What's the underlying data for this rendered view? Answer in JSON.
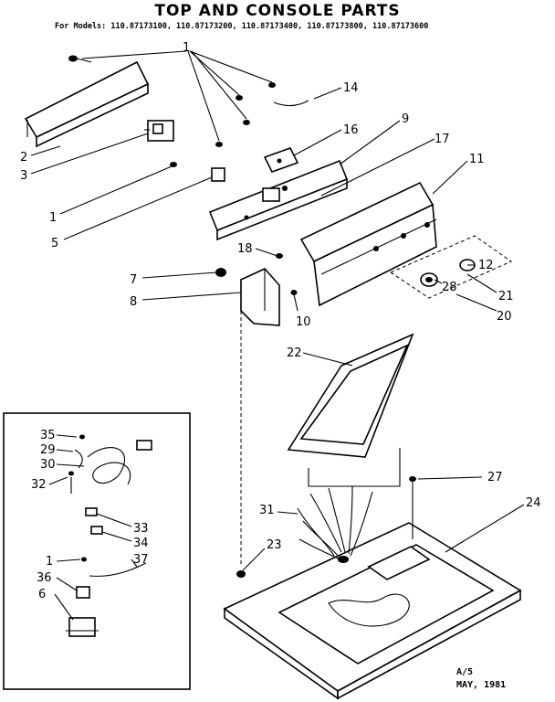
{
  "title": "TOP AND CONSOLE PARTS",
  "subtitle": "For Models: 110.87173100, 110.87173200, 110.87173400, 110.87173800, 110.87173600",
  "footer": {
    "page": "A/5",
    "date": "MAY, 1981"
  },
  "callouts": {
    "c1a": "1",
    "c14": "14",
    "c16": "16",
    "c9": "9",
    "c17": "17",
    "c11": "11",
    "c2": "2",
    "c3": "3",
    "c1b": "1",
    "c5": "5",
    "c18": "18",
    "c12": "12",
    "c7": "7",
    "c8": "8",
    "c28": "28",
    "c21": "21",
    "c10": "10",
    "c20": "20",
    "c22": "22",
    "c35": "35",
    "c29": "29",
    "c30": "30",
    "c32": "32",
    "c27": "27",
    "c24": "24",
    "c31": "31",
    "c33": "33",
    "c34": "34",
    "c23": "23",
    "c1c": "1",
    "c36": "36",
    "c37": "37",
    "c6": "6"
  }
}
